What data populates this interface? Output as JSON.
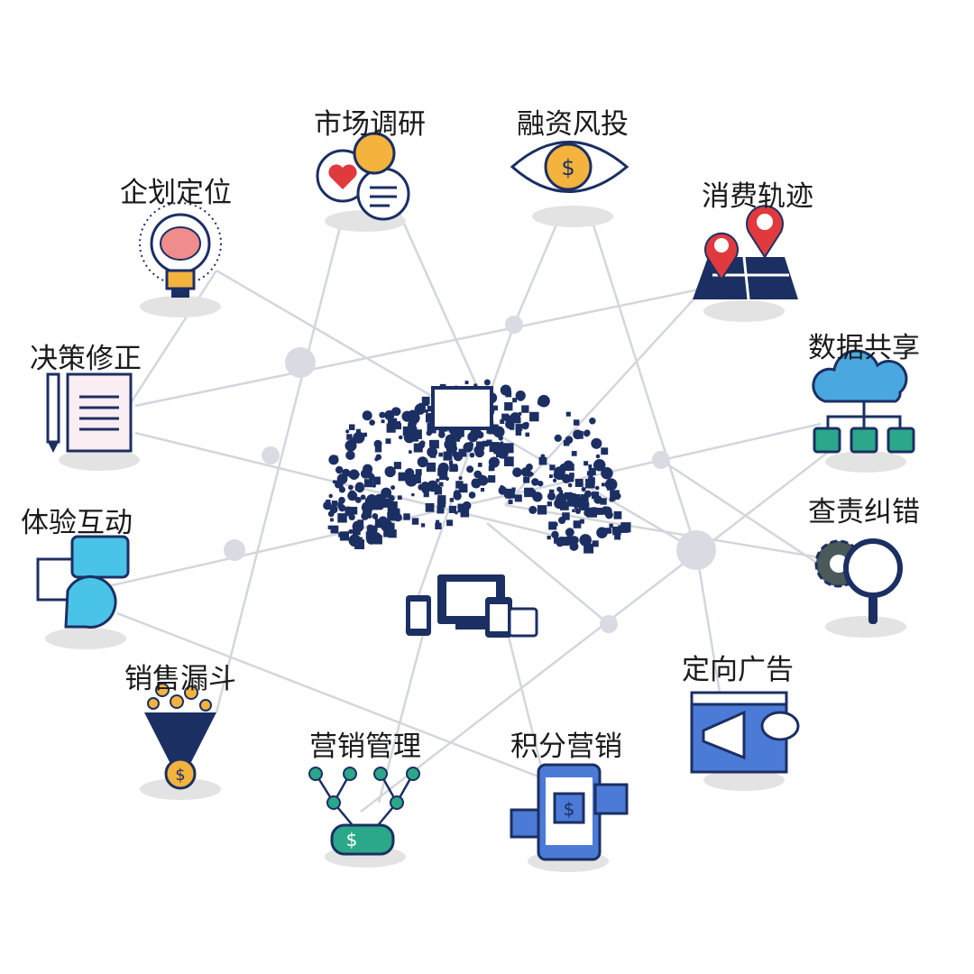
{
  "nodes": [
    {
      "id": "market-research",
      "label": "市场调研",
      "icon": "like-heart-chat-icon"
    },
    {
      "id": "financing-vc",
      "label": "融资风投",
      "icon": "eye-dollar-icon"
    },
    {
      "id": "planning-positioning",
      "label": "企划定位",
      "icon": "brain-bulb-icon"
    },
    {
      "id": "consumer-track",
      "label": "消费轨迹",
      "icon": "map-pin-icon"
    },
    {
      "id": "decision-revision",
      "label": "决策修正",
      "icon": "pen-document-icon"
    },
    {
      "id": "data-sharing",
      "label": "数据共享",
      "icon": "cloud-network-icon"
    },
    {
      "id": "experience-interaction",
      "label": "体验互动",
      "icon": "chat-bubbles-icon"
    },
    {
      "id": "audit-correction",
      "label": "查责纠错",
      "icon": "gear-magnifier-icon"
    },
    {
      "id": "sales-funnel",
      "label": "销售漏斗",
      "icon": "funnel-coin-icon"
    },
    {
      "id": "targeted-ads",
      "label": "定向广告",
      "icon": "megaphone-browser-icon"
    },
    {
      "id": "marketing-management",
      "label": "营销管理",
      "icon": "dollar-tree-icon"
    },
    {
      "id": "points-marketing",
      "label": "积分营销",
      "icon": "phone-coupon-icon"
    }
  ],
  "center": {
    "icon": "cloud-devices-icon"
  },
  "colors": {
    "navy": "#1c2f63",
    "line": "#d3d6dc",
    "node": "#d9dbe3",
    "shadow": "#e3e3e3",
    "red": "#e03a3e",
    "teal": "#2aa889",
    "blue": "#3b8fd6",
    "gold": "#f3b33d"
  }
}
